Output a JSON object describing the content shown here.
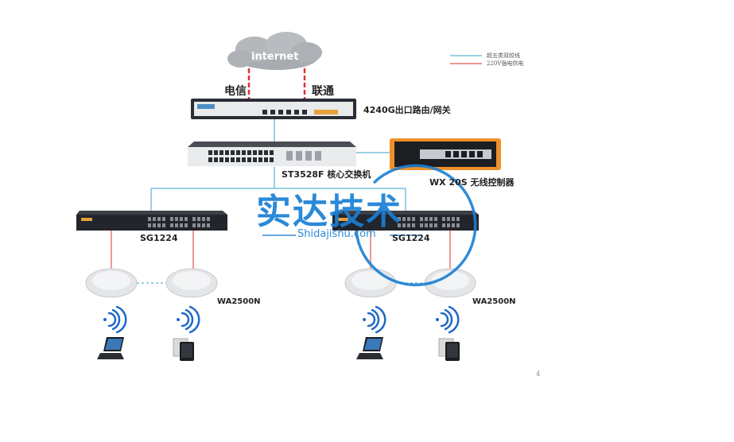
{
  "cloud": {
    "label": "internet"
  },
  "isp": {
    "left": "电信",
    "right": "联通"
  },
  "legend": {
    "items": [
      {
        "text": "超五类双绞线",
        "color": "#3aa0c8"
      },
      {
        "text": "220V强电供电",
        "color": "#e0302c"
      }
    ]
  },
  "devices": {
    "router": {
      "label": "4240G出口路由/网关"
    },
    "core_switch": {
      "label": "ST3528F 核心交换机"
    },
    "controller": {
      "label": "WX 20S 无线控制器"
    },
    "access_left": {
      "label": "SG1224"
    },
    "access_right": {
      "label": "SG1224"
    },
    "ap_left": {
      "label": "WA2500N"
    },
    "ap_right": {
      "label": "WA2500N"
    }
  },
  "watermark": {
    "title": "实达技术",
    "url": "Shidajishu.com"
  },
  "page_number": "4",
  "colors": {
    "ethernet": "#3aa0c8",
    "power": "#e0302c",
    "watermark": "#1a7fd4"
  },
  "icons": [
    "cloud-icon",
    "router-icon",
    "switch-icon",
    "controller-icon",
    "access-point-icon",
    "wifi-signal-icon",
    "laptop-icon",
    "tablet-icon"
  ]
}
